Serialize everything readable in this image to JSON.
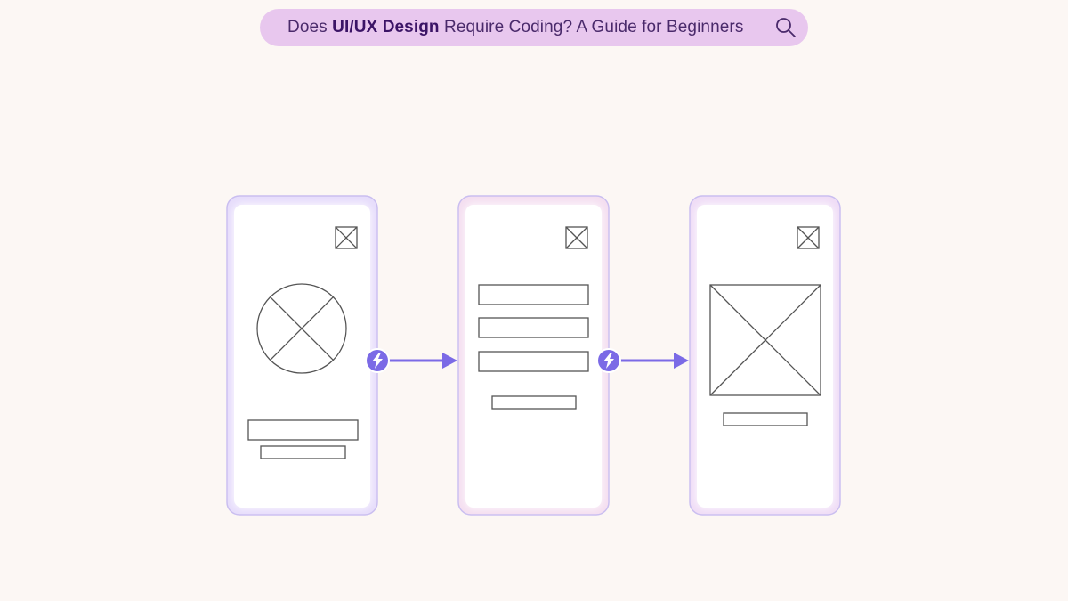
{
  "header": {
    "title_prefix": "Does ",
    "title_bold": "UI/UX Design",
    "title_suffix": " Require Coding? A Guide for Beginners",
    "search_icon": "search-icon"
  },
  "diagram": {
    "screens": [
      {
        "name": "profile-screen",
        "content": [
          "close-box",
          "avatar-placeholder",
          "text-bar-wide",
          "text-bar-narrow"
        ]
      },
      {
        "name": "form-screen",
        "content": [
          "close-box",
          "input-field",
          "input-field",
          "input-field",
          "button-bar"
        ]
      },
      {
        "name": "image-screen",
        "content": [
          "close-box",
          "image-placeholder",
          "caption-bar"
        ]
      }
    ],
    "connectors": [
      {
        "from": "profile-screen",
        "to": "form-screen",
        "icon": "lightning-icon"
      },
      {
        "from": "form-screen",
        "to": "image-screen",
        "icon": "lightning-icon"
      }
    ],
    "colors": {
      "background": "#fcf7f4",
      "pill": "#e8c7ee",
      "accent": "#7b6ae6",
      "outline": "#c9bdf0",
      "wire": "#555555"
    }
  }
}
